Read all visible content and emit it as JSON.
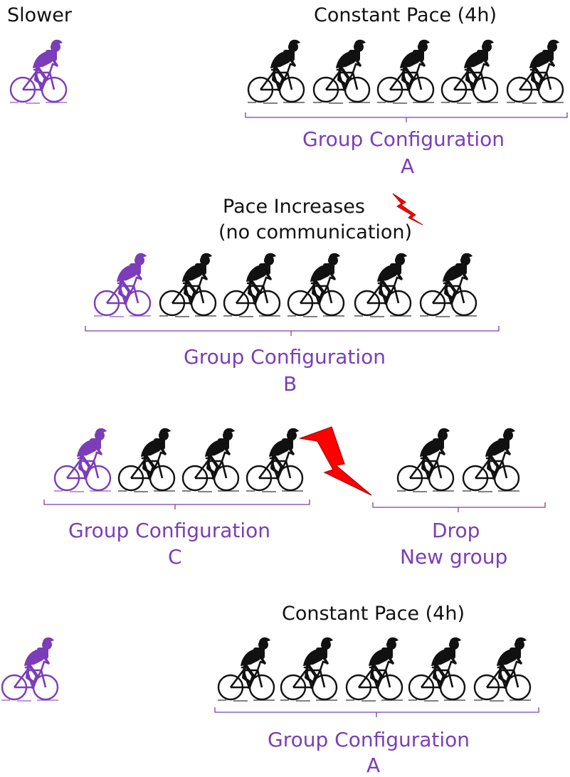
{
  "colors": {
    "purple": "#7b3db8",
    "black": "#111111",
    "bolt": "#ff0000"
  },
  "icons": {
    "cyclist": "cyclist-icon",
    "bolt": "lightning-bolt-icon"
  },
  "panel1": {
    "slower_label": "Slower",
    "pace_label": "Constant Pace (4h)",
    "group_label_1": "Group Configuration",
    "group_label_2": "A"
  },
  "panel2": {
    "pace_label_1": "Pace Increases",
    "pace_label_2": "(no communication)",
    "group_label_1": "Group Configuration",
    "group_label_2": "B"
  },
  "panel3": {
    "group_label_1": "Group Configuration",
    "group_label_2": "C",
    "drop_label_1": "Drop",
    "drop_label_2": "New group"
  },
  "panel4": {
    "pace_label": "Constant Pace (4h)",
    "group_label_1": "Group Configuration",
    "group_label_2": "A"
  }
}
